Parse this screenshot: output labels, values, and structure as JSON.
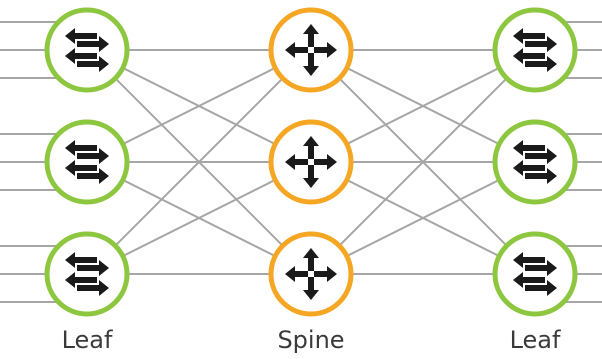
{
  "labels": {
    "left": "Leaf",
    "middle": "Spine",
    "right": "Leaf"
  },
  "colors": {
    "leaf_ring": "#8dc63f",
    "spine_ring": "#f5a623",
    "link": "#a6a6a6",
    "icon": "#1a1a1a",
    "label": "#3a3a3a"
  },
  "nodes": {
    "left": [
      {
        "role": "leaf",
        "icon": "switch-icon"
      },
      {
        "role": "leaf",
        "icon": "switch-icon"
      },
      {
        "role": "leaf",
        "icon": "switch-icon"
      }
    ],
    "middle": [
      {
        "role": "spine",
        "icon": "router-icon"
      },
      {
        "role": "spine",
        "icon": "router-icon"
      },
      {
        "role": "spine",
        "icon": "router-icon"
      }
    ],
    "right": [
      {
        "role": "leaf",
        "icon": "switch-icon"
      },
      {
        "role": "leaf",
        "icon": "switch-icon"
      },
      {
        "role": "leaf",
        "icon": "switch-icon"
      }
    ]
  },
  "links": "full-mesh-leaf-to-spine"
}
